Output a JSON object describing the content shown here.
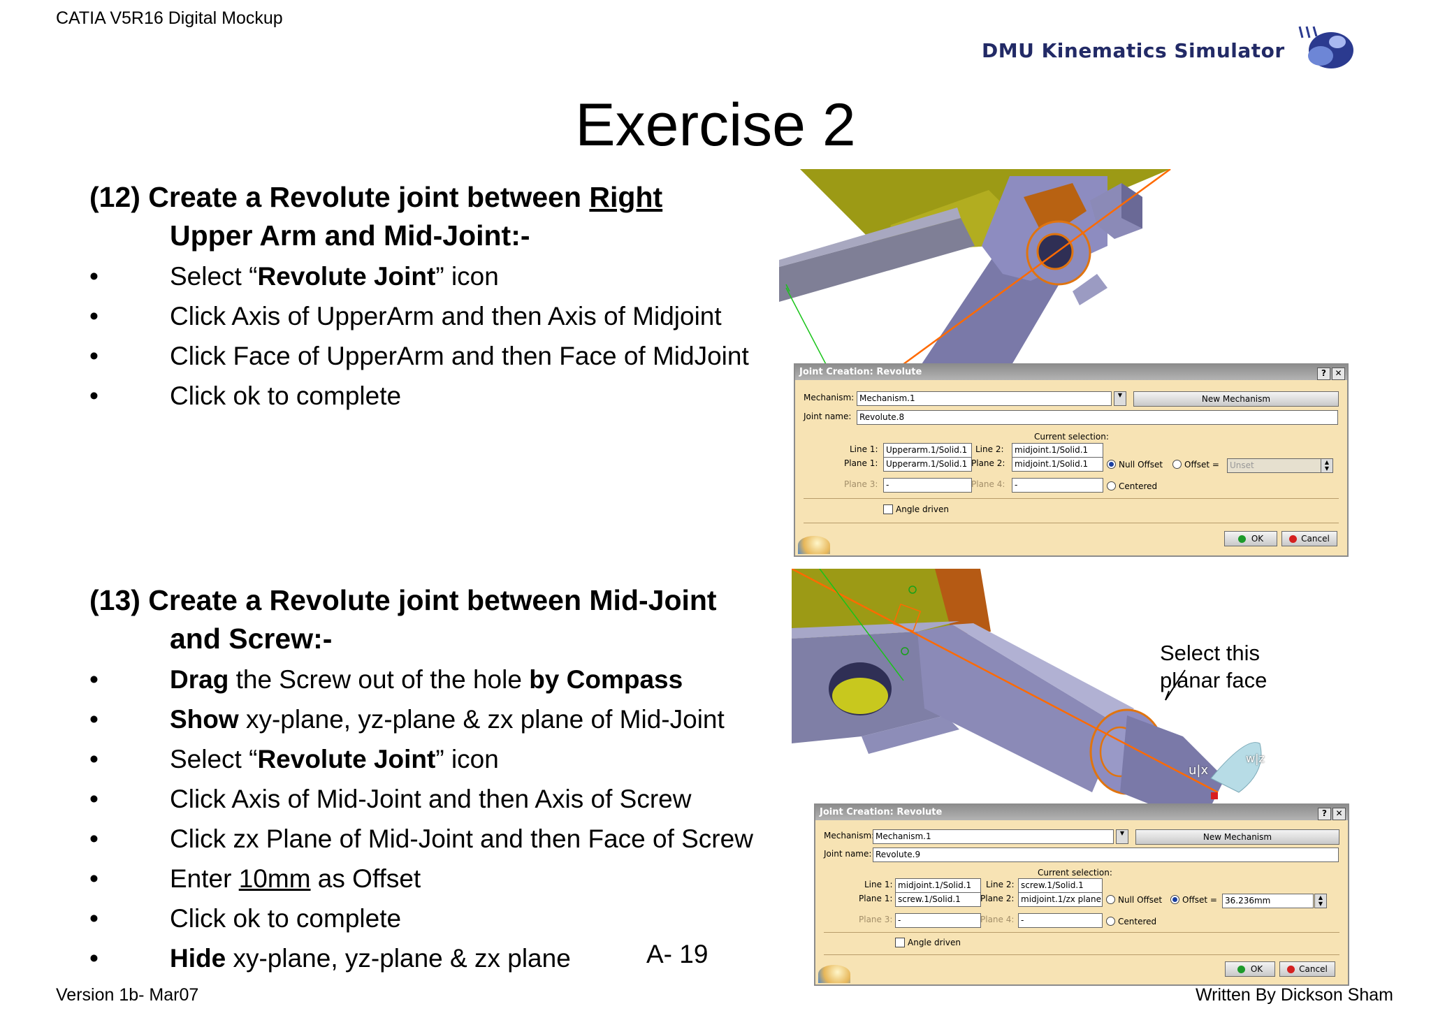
{
  "header": {
    "left_text": "CATIA V5R16 Digital Mockup",
    "logo_text": "DMU Kinematics Simulator"
  },
  "title": "Exercise 2",
  "section12": {
    "title_part1": "(12) Create a Revolute joint between ",
    "title_underlined": "Right",
    "title_line2": "Upper Arm and Mid-Joint:-",
    "bullets": [
      {
        "pre": "Select “",
        "bold": "Revolute Joint",
        "post": "” icon"
      },
      {
        "text": "Click Axis of UpperArm and then Axis of Midjoint"
      },
      {
        "text": "Click Face of UpperArm and then Face of MidJoint"
      },
      {
        "text": "Click ok to complete"
      }
    ]
  },
  "section13": {
    "title_line1": "(13) Create a Revolute joint between Mid-Joint",
    "title_line2": "and Screw:-",
    "bullets": [
      {
        "bold1": "Drag",
        "mid": " the Screw out of the hole ",
        "bold2": "by Compass"
      },
      {
        "bold1": "Show",
        "mid": " xy-plane, yz-plane & zx plane of Mid-Joint"
      },
      {
        "pre": "Select “",
        "bold": "Revolute Joint",
        "post": "” icon"
      },
      {
        "text": "Click Axis of Mid-Joint and then Axis of Screw"
      },
      {
        "text": "Click zx Plane of Mid-Joint and then Face of Screw"
      },
      {
        "pre": "Enter ",
        "underline": "10mm",
        "post": " as Offset"
      },
      {
        "text": "Click ok to complete"
      },
      {
        "bold1": "Hide",
        "mid": " xy-plane, yz-plane & zx plane"
      }
    ]
  },
  "bullet_char": "•",
  "page_number": "A- 19",
  "footer": {
    "left": "Version 1b- Mar07",
    "right": "Written By Dickson Sham"
  },
  "callout": {
    "line1": "Select this",
    "line2": "planar face"
  },
  "viewport_labels": {
    "ux": "u|x",
    "wz": "w|z"
  },
  "dialog1": {
    "title": "Joint Creation: Revolute",
    "help_btn": "?",
    "close_btn": "✕",
    "mechanism_label": "Mechanism:",
    "mechanism_value": "Mechanism.1",
    "new_mechanism": "New Mechanism",
    "joint_name_label": "Joint name:",
    "joint_name_value": "Revolute.8",
    "current_selection": "Current selection:",
    "line1_label": "Line 1:",
    "line1_value": "Upperarm.1/Solid.1",
    "line2_label": "Line 2:",
    "line2_value": "midjoint.1/Solid.1",
    "plane1_label": "Plane 1:",
    "plane1_value": "Upperarm.1/Solid.1",
    "plane2_label": "Plane 2:",
    "plane2_value": "midjoint.1/Solid.1",
    "plane3_label": "Plane 3:",
    "plane3_value": "-",
    "plane4_label": "Plane 4:",
    "plane4_value": "-",
    "null_offset": "Null Offset",
    "offset_label": "Offset =",
    "offset_value": "Unset",
    "centered": "Centered",
    "angle_driven": "Angle driven",
    "ok": "OK",
    "cancel": "Cancel"
  },
  "dialog2": {
    "title": "Joint Creation: Revolute",
    "help_btn": "?",
    "close_btn": "✕",
    "mechanism_label": "Mechanism:",
    "mechanism_value": "Mechanism.1",
    "new_mechanism": "New Mechanism",
    "joint_name_label": "Joint name:",
    "joint_name_value": "Revolute.9",
    "current_selection": "Current selection:",
    "line1_label": "Line 1:",
    "line1_value": "midjoint.1/Solid.1",
    "line2_label": "Line 2:",
    "line2_value": "screw.1/Solid.1",
    "plane1_label": "Plane 1:",
    "plane1_value": "screw.1/Solid.1",
    "plane2_label": "Plane 2:",
    "plane2_value": "midjoint.1/zx plane",
    "plane3_label": "Plane 3:",
    "plane3_value": "-",
    "plane4_label": "Plane 4:",
    "plane4_value": "-",
    "null_offset": "Null Offset",
    "offset_label": "Offset =",
    "offset_value": "36.236mm",
    "centered": "Centered",
    "angle_driven": "Angle driven",
    "ok": "OK",
    "cancel": "Cancel"
  }
}
